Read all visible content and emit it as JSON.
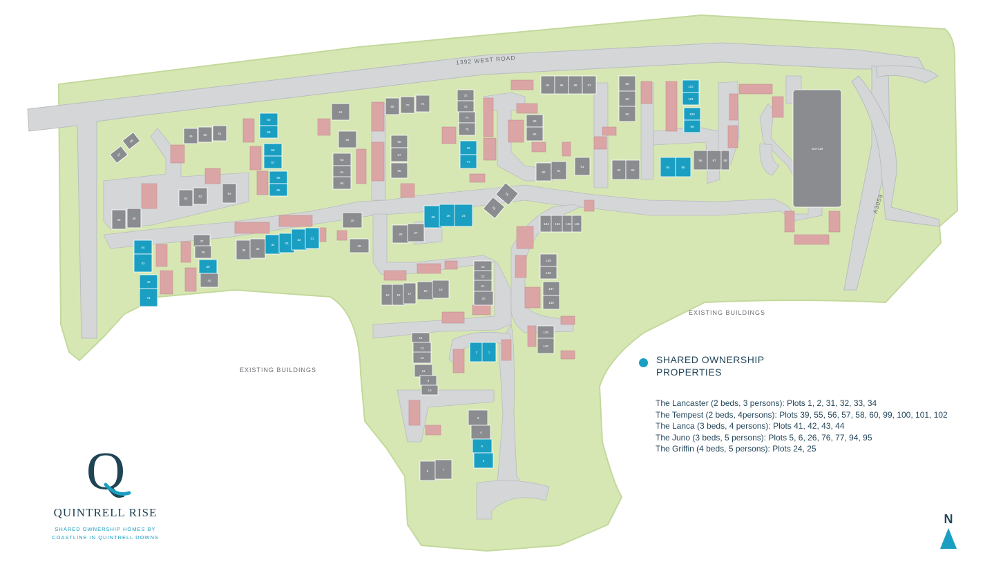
{
  "colors": {
    "grass": "#d6e7b4",
    "grass_edge": "#c3d99b",
    "road": "#d4d6d8",
    "road_edge": "#b9bcbf",
    "building": "#8a8c8f",
    "shared_ownership": "#1a9fc2",
    "parking": "#dba5a6",
    "legend_text": "#24465a",
    "brand": "#1f4555"
  },
  "road_labels": {
    "west_road": "1392 WEST ROAD",
    "a3058": "A3058"
  },
  "area_labels": {
    "existing_left": "EXISTING BUILDINGS",
    "existing_right": "EXISTING BUILDINGS"
  },
  "legend": {
    "title_line1": "SHARED OWNERSHIP",
    "title_line2": "PROPERTIES",
    "rows": [
      "The Lancaster (2 beds, 3 persons): Plots 1, 2, 31, 32, 33, 34",
      "The Tempest (2 beds, 4persons): Plots 39, 55, 56, 57, 58, 60, 99, 100, 101, 102",
      "The Lanca (3 beds, 4 persons): Plots 41, 42, 43, 44",
      "The Juno (3 beds, 5 persons): Plots 5, 6, 26, 76, 77, 94, 95",
      "The Griffin (4 beds, 5 persons): Plots 24, 25"
    ]
  },
  "brand": {
    "monogram": "Q",
    "name": "QUINTRELL RISE",
    "tagline_line1": "SHARED OWNERSHIP HOMES BY",
    "tagline_line2": "COASTLINE IN QUINTRELL DOWNS"
  },
  "compass": {
    "label": "N"
  },
  "plots": [
    {
      "n": "48",
      "shared": false
    },
    {
      "n": "47",
      "shared": false
    },
    {
      "n": "49",
      "shared": false
    },
    {
      "n": "50",
      "shared": false
    },
    {
      "n": "51",
      "shared": false
    },
    {
      "n": "60",
      "shared": true
    },
    {
      "n": "59",
      "shared": true
    },
    {
      "n": "58",
      "shared": true
    },
    {
      "n": "57",
      "shared": true
    },
    {
      "n": "56",
      "shared": true
    },
    {
      "n": "55",
      "shared": true
    },
    {
      "n": "53",
      "shared": false
    },
    {
      "n": "52",
      "shared": false
    },
    {
      "n": "54",
      "shared": false
    },
    {
      "n": "45",
      "shared": false
    },
    {
      "n": "46",
      "shared": false
    },
    {
      "n": "61",
      "shared": false
    },
    {
      "n": "62",
      "shared": false
    },
    {
      "n": "63",
      "shared": false
    },
    {
      "n": "64",
      "shared": false
    },
    {
      "n": "65",
      "shared": false
    },
    {
      "n": "69",
      "shared": false
    },
    {
      "n": "70",
      "shared": false
    },
    {
      "n": "71",
      "shared": false
    },
    {
      "n": "68",
      "shared": false
    },
    {
      "n": "67",
      "shared": false
    },
    {
      "n": "66",
      "shared": false
    },
    {
      "n": "72",
      "shared": false
    },
    {
      "n": "73",
      "shared": false
    },
    {
      "n": "74",
      "shared": false
    },
    {
      "n": "75",
      "shared": false
    },
    {
      "n": "76",
      "shared": true
    },
    {
      "n": "77",
      "shared": true
    },
    {
      "n": "84",
      "shared": false
    },
    {
      "n": "85",
      "shared": false
    },
    {
      "n": "86",
      "shared": false
    },
    {
      "n": "87",
      "shared": false
    },
    {
      "n": "88",
      "shared": false
    },
    {
      "n": "89",
      "shared": false
    },
    {
      "n": "90",
      "shared": false
    },
    {
      "n": "102",
      "shared": true
    },
    {
      "n": "101",
      "shared": true
    },
    {
      "n": "100",
      "shared": true
    },
    {
      "n": "99",
      "shared": true
    },
    {
      "n": "83",
      "shared": false
    },
    {
      "n": "82",
      "shared": false
    },
    {
      "n": "80",
      "shared": false
    },
    {
      "n": "81",
      "shared": false
    },
    {
      "n": "91",
      "shared": false
    },
    {
      "n": "92",
      "shared": false
    },
    {
      "n": "93",
      "shared": false
    },
    {
      "n": "94",
      "shared": true
    },
    {
      "n": "95",
      "shared": true
    },
    {
      "n": "96",
      "shared": false
    },
    {
      "n": "97",
      "shared": false
    },
    {
      "n": "98",
      "shared": false
    },
    {
      "n": "103-120",
      "shared": false
    },
    {
      "n": "79",
      "shared": false
    },
    {
      "n": "78",
      "shared": false
    },
    {
      "n": "30",
      "shared": false
    },
    {
      "n": "29",
      "shared": false
    },
    {
      "n": "25",
      "shared": true
    },
    {
      "n": "26",
      "shared": true
    },
    {
      "n": "24",
      "shared": true
    },
    {
      "n": "28",
      "shared": false
    },
    {
      "n": "27",
      "shared": false
    },
    {
      "n": "36",
      "shared": false
    },
    {
      "n": "35",
      "shared": false
    },
    {
      "n": "34",
      "shared": true
    },
    {
      "n": "33",
      "shared": true
    },
    {
      "n": "32",
      "shared": true
    },
    {
      "n": "31",
      "shared": true
    },
    {
      "n": "44",
      "shared": true
    },
    {
      "n": "43",
      "shared": true
    },
    {
      "n": "42",
      "shared": true
    },
    {
      "n": "41",
      "shared": true
    },
    {
      "n": "37",
      "shared": false
    },
    {
      "n": "38",
      "shared": false
    },
    {
      "n": "39",
      "shared": true
    },
    {
      "n": "40",
      "shared": false
    },
    {
      "n": "134",
      "shared": false
    },
    {
      "n": "133",
      "shared": false
    },
    {
      "n": "132",
      "shared": false
    },
    {
      "n": "131",
      "shared": false
    },
    {
      "n": "135",
      "shared": false
    },
    {
      "n": "136",
      "shared": false
    },
    {
      "n": "137",
      "shared": false
    },
    {
      "n": "138",
      "shared": false
    },
    {
      "n": "139",
      "shared": false
    },
    {
      "n": "140",
      "shared": false
    },
    {
      "n": "16",
      "shared": false
    },
    {
      "n": "15",
      "shared": false
    },
    {
      "n": "17",
      "shared": false
    },
    {
      "n": "18",
      "shared": false
    },
    {
      "n": "19",
      "shared": false
    },
    {
      "n": "23",
      "shared": false
    },
    {
      "n": "22",
      "shared": false
    },
    {
      "n": "21",
      "shared": false
    },
    {
      "n": "20",
      "shared": false
    },
    {
      "n": "14",
      "shared": false
    },
    {
      "n": "13",
      "shared": false
    },
    {
      "n": "12",
      "shared": false
    },
    {
      "n": "11",
      "shared": false
    },
    {
      "n": "9",
      "shared": false
    },
    {
      "n": "10",
      "shared": false
    },
    {
      "n": "2",
      "shared": true
    },
    {
      "n": "1",
      "shared": true
    },
    {
      "n": "3",
      "shared": false
    },
    {
      "n": "4",
      "shared": false
    },
    {
      "n": "5",
      "shared": true
    },
    {
      "n": "6",
      "shared": true
    },
    {
      "n": "8",
      "shared": false
    },
    {
      "n": "7",
      "shared": false
    }
  ]
}
